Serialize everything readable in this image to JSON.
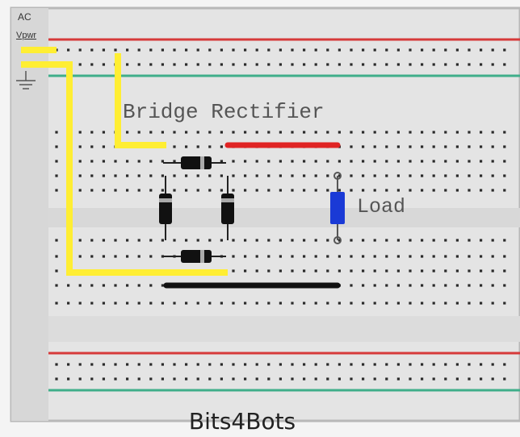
{
  "labels": {
    "ac": "AC",
    "vpwr": "Vpwr",
    "title": "Bridge Rectifier",
    "load": "Load",
    "brand": "Bits4Bots"
  },
  "colors": {
    "board": "#e4e4e4",
    "board_border": "#b8b8b8",
    "hole": "#2a2a2a",
    "rail_red": "#d63a3a",
    "rail_green": "#3fae8a",
    "wire_yellow": "#ffee33",
    "positive_bar": "#e02424",
    "negative_bar": "#111111",
    "diode_body": "#111111",
    "diode_band": "#aaaaaa",
    "load_resistor": "#1a3ad6",
    "channel": "#d8d8d8"
  },
  "icons": {
    "ground": "ground-icon",
    "diode": "diode-icon",
    "resistor": "resistor-icon"
  }
}
